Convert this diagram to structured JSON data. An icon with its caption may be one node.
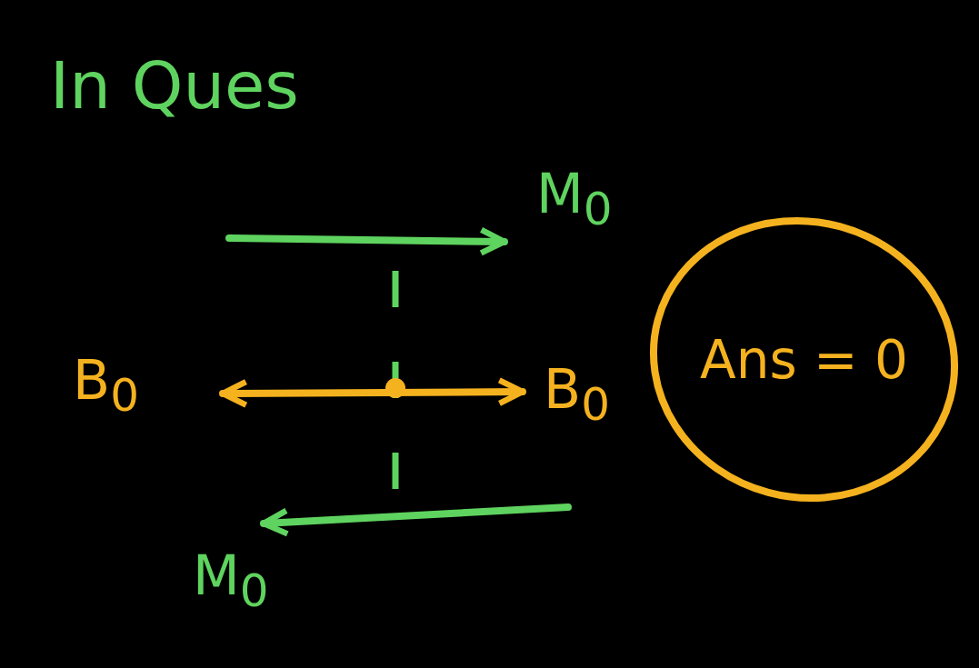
{
  "diagram": {
    "title": "In Ques",
    "nodes": [
      {
        "text": [
          "Ans = 0"
        ]
      }
    ],
    "labels": [
      "M$_{0}$",
      "B$_{0}$",
      "B$_{0}$",
      "M$_{0}$"
    ]
  }
}
